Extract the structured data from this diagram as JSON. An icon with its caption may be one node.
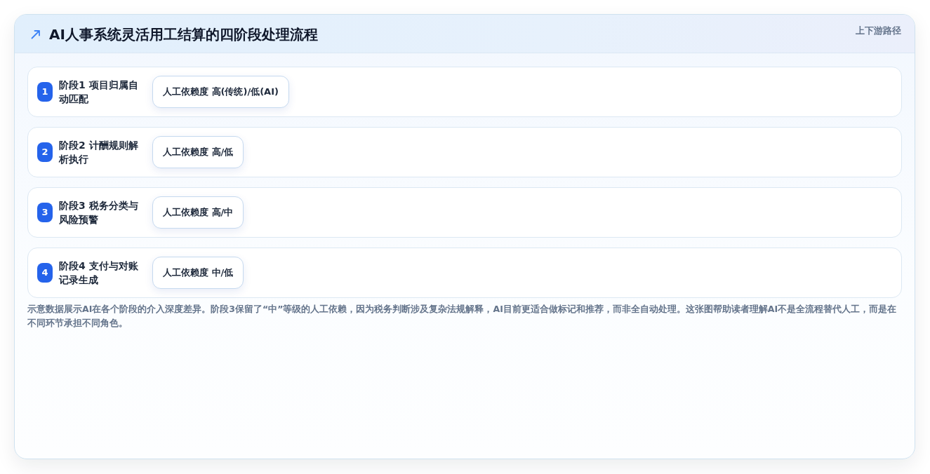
{
  "diagram": {
    "title": "AI人事系统灵活用工结算的四阶段处理流程",
    "caption": "示意数据展示AI在各个阶段的介入深度差异。阶段3保留了“中”等级的人工依赖，因为税务判断涉及复杂法规解释，AI目前更适合做标记和推荐，而非全自动处理。这张图帮助读者理解AI不是全流程替代人工，而是在不同环节承担不同角色。",
    "nodes": [
      {
        "text": [
          "阶段1 项目归属自动匹配"
        ]
      },
      {
        "text": [
          "1"
        ],
        "in": 0
      },
      {
        "text": [
          "人工依赖度 高(传统)/低(AI)"
        ],
        "in": 0
      },
      {
        "text": [
          "阶段2 计酬规则解析执行"
        ]
      },
      {
        "text": [
          "2"
        ],
        "in": 3
      },
      {
        "text": [
          "人工依赖度 高/低"
        ],
        "in": 3
      },
      {
        "text": [
          "阶段3 税务分类与风险预警"
        ]
      },
      {
        "text": [
          "3"
        ],
        "in": 6
      },
      {
        "text": [
          "人工依赖度 高/中"
        ],
        "in": 6
      },
      {
        "text": [
          "阶段4 支付与对账记录生成"
        ]
      },
      {
        "text": [
          "4"
        ],
        "in": 9
      },
      {
        "text": [
          "人工依赖度 中/低"
        ],
        "in": 9
      }
    ],
    "labels": [
      "上下游路径"
    ]
  }
}
